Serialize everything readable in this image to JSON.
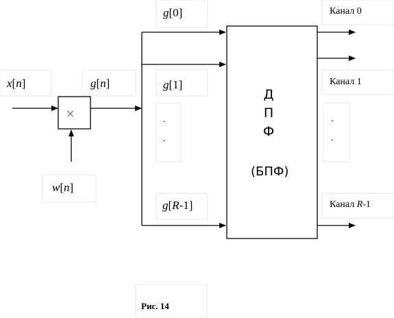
{
  "labels": {
    "input": {
      "var": "x",
      "idx": "n"
    },
    "mult_out": {
      "var": "g",
      "idx": "n"
    },
    "window": {
      "var": "w",
      "idx": "n"
    },
    "branch0": {
      "var": "g",
      "idx": "0"
    },
    "branch1": {
      "var": "g",
      "idx": "1"
    },
    "branch_last": {
      "var": "g",
      "idx_var": "R",
      "idx_rest": "-1"
    }
  },
  "multiplier_symbol": "×",
  "dft_block": {
    "letters": [
      "Д",
      "П",
      "Ф"
    ],
    "subtitle": "(БПФ)"
  },
  "channels": {
    "prefix": "Канал",
    "ch0_suffix": "0",
    "ch1_suffix": "1",
    "last_var": "R",
    "last_rest": "-1"
  },
  "ellipsis_dot": ".",
  "caption": "Рис. 14",
  "colors": {
    "line": "#000000",
    "faint_box": "#e6e6e6"
  }
}
